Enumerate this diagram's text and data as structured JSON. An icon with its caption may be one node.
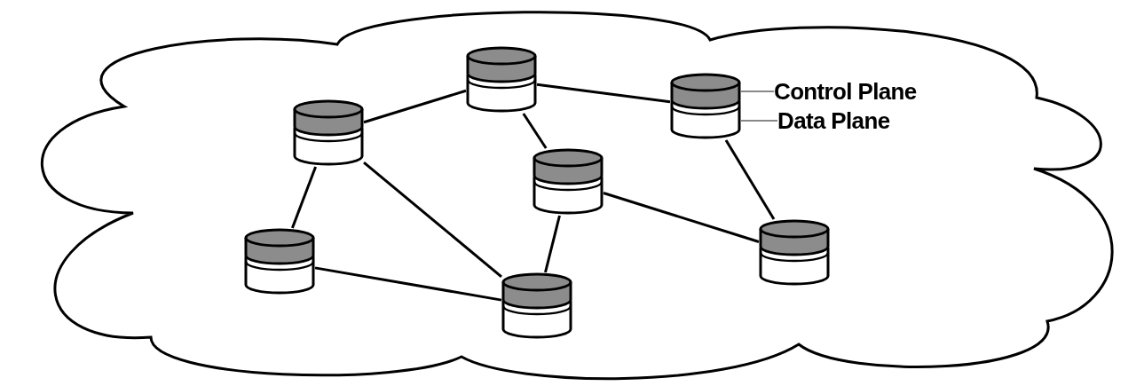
{
  "diagram": {
    "nodes": [
      {
        "text": [],
        "shape": "cloud"
      },
      {
        "text": [],
        "shape": "cylinder",
        "in": 0
      },
      {
        "text": [],
        "shape": "cylinder",
        "in": 0
      },
      {
        "text": [],
        "shape": "cylinder",
        "in": 0
      },
      {
        "text": [],
        "shape": "cylinder",
        "in": 0
      },
      {
        "text": [],
        "shape": "cylinder",
        "in": 0
      },
      {
        "text": [],
        "shape": "cylinder",
        "in": 0
      },
      {
        "text": [],
        "shape": "cylinder",
        "in": 0
      },
      {
        "text": [],
        "shape": "cylinder",
        "in": 2
      },
      {
        "text": [],
        "shape": "band",
        "in": 2
      },
      {
        "text": [
          "Control Plane"
        ],
        "in": 0
      },
      {
        "text": [
          "Data Plane"
        ],
        "in": 0
      }
    ],
    "edges": [
      {
        "from": 3,
        "to": 1,
        "arrow": "none"
      },
      {
        "from": 1,
        "to": 2,
        "arrow": "none"
      },
      {
        "from": 1,
        "to": 4,
        "arrow": "none"
      },
      {
        "from": 3,
        "to": 6,
        "arrow": "none"
      },
      {
        "from": 3,
        "to": 7,
        "arrow": "none"
      },
      {
        "from": 4,
        "to": 7,
        "arrow": "none"
      },
      {
        "from": 4,
        "to": 5,
        "arrow": "none"
      },
      {
        "from": 6,
        "to": 7,
        "arrow": "none"
      },
      {
        "from": 2,
        "to": 5,
        "arrow": "none"
      },
      {
        "from": 10,
        "to": 8,
        "arrow": "none",
        "color": "#888888"
      },
      {
        "from": 11,
        "to": 9,
        "arrow": "none",
        "color": "#888888"
      }
    ]
  }
}
